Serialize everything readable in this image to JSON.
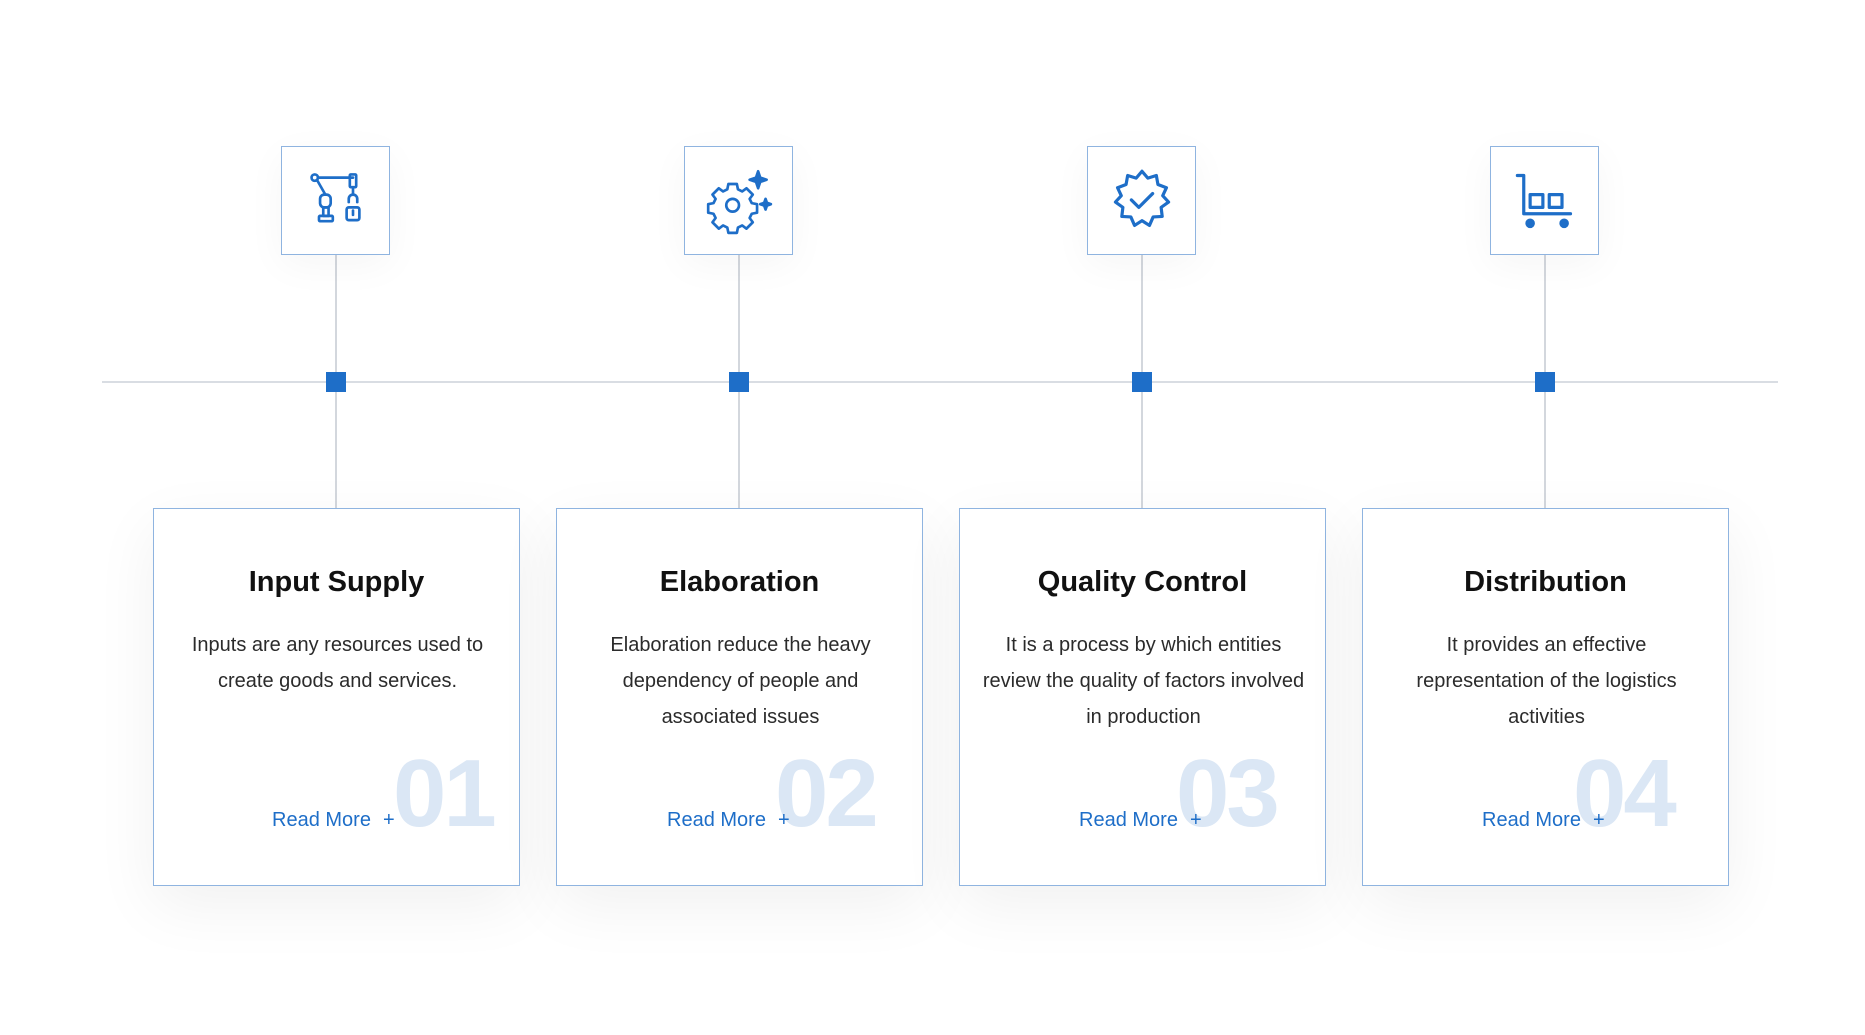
{
  "accent_color": "#1e6ec8",
  "steps": [
    {
      "icon": "robotic-arm-icon",
      "title": "Input Supply",
      "description": "Inputs are any resources used to create goods and services.",
      "read_more": "Read More",
      "plus": "+",
      "number": "01"
    },
    {
      "icon": "gear-sparkle-icon",
      "title": "Elaboration",
      "description": "Elaboration reduce the heavy dependency of people and associated issues",
      "read_more": "Read More",
      "plus": "+",
      "number": "02"
    },
    {
      "icon": "verified-badge-icon",
      "title": "Quality Control",
      "description": "It is a process by which entities review the quality of factors involved in production",
      "read_more": "Read More",
      "plus": "+",
      "number": "03"
    },
    {
      "icon": "cart-icon",
      "title": "Distribution",
      "description": "It provides an effective representation of the logistics activities",
      "read_more": "Read More",
      "plus": "+",
      "number": "04"
    }
  ]
}
